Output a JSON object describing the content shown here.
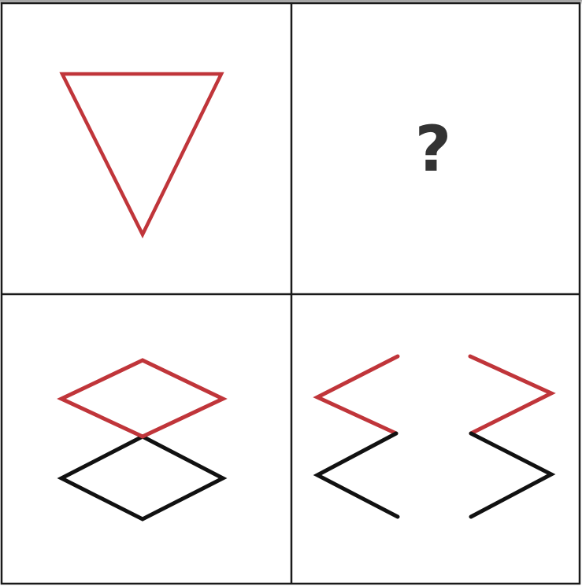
{
  "puzzle": {
    "question_mark": "?",
    "colors": {
      "red": "#c0353a",
      "black": "#111111",
      "grid_line": "#1a1a1a",
      "question_mark": "#333333"
    },
    "cells": [
      {
        "position": "top-left",
        "figure": "inverted-triangle"
      },
      {
        "position": "top-right",
        "figure": "question-mark"
      },
      {
        "position": "bottom-left",
        "figure": "two-stacked-rhombuses"
      },
      {
        "position": "bottom-right",
        "figure": "two-zigzags"
      }
    ]
  }
}
